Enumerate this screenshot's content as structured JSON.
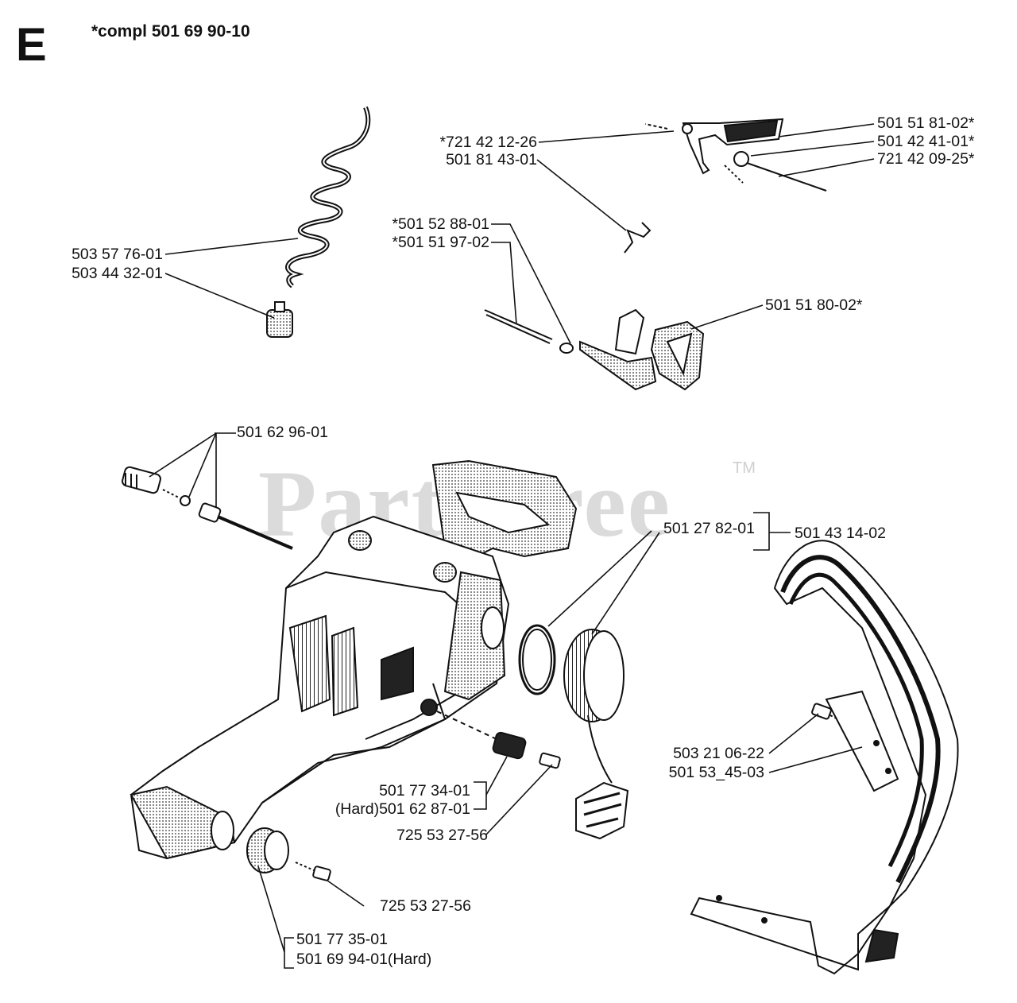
{
  "section_letter": "E",
  "kit_title": "*compl 501 69 90-10",
  "watermark": "PartsTree",
  "watermark_tm": "TM",
  "part_labels": {
    "p_503_57_76_01": "503 57 76-01",
    "p_503_44_32_01": "503 44 32-01",
    "p_721_42_12_26": "*721 42 12-26",
    "p_501_81_43_01": "501 81 43-01",
    "p_501_51_81_02": "501 51 81-02*",
    "p_501_42_41_01": "501 42 41-01*",
    "p_721_42_09_25": "721 42 09-25*",
    "p_501_52_88_01": "*501 52 88-01",
    "p_501_51_97_02": "*501 51 97-02",
    "p_501_51_80_02": "501 51 80-02*",
    "p_501_62_96_01": "501 62 96-01",
    "p_501_27_82_01": "501 27 82-01",
    "p_501_43_14_02": "501 43 14-02",
    "p_503_21_06_22": "503 21 06-22",
    "p_501_53_45_03": "501 53_45-03",
    "p_501_77_34_01": "501 77 34-01",
    "p_501_62_87_01_hard": "(Hard)501 62 87-01",
    "p_725_53_27_56_a": "725 53 27-56",
    "p_725_53_27_56_b": "725 53 27-56",
    "p_501_77_35_01": "501 77 35-01",
    "p_501_69_94_01_hard": "501 69 94-01(Hard)"
  }
}
